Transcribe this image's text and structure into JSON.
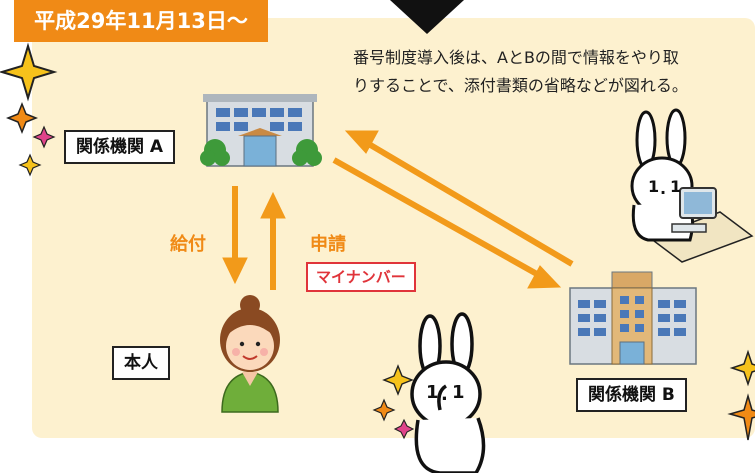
{
  "date_banner": "平成29年11月13日～",
  "description": {
    "line1": "番号制度導入後は、AとBの間で情報をやり取",
    "line2": "りすることで、添付書類の省略などが図れる。"
  },
  "labels": {
    "agency_a": "関係機関 A",
    "agency_b": "関係機関 B",
    "person": "本人",
    "benefit": "給付",
    "application": "申請",
    "mynumber": "マイナンバー"
  },
  "colors": {
    "banner": "#f08a16",
    "panel": "#fdf1cf",
    "arrow": "#f29a1a",
    "mynumber_border": "#e0343a"
  }
}
